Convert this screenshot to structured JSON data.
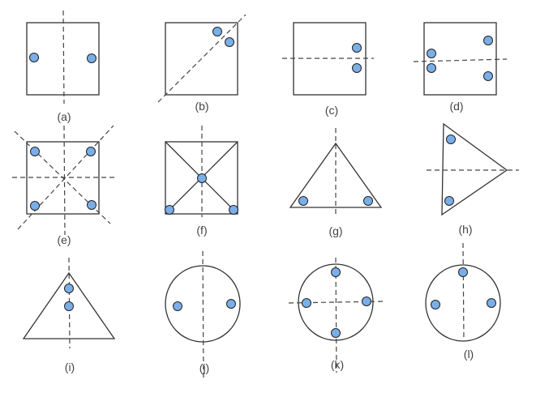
{
  "colors": {
    "dot_fill": "#7aaee8",
    "line": "#333333"
  },
  "panels": [
    {
      "id": "a",
      "label": "(a)",
      "shape": "square",
      "axis": "vertical",
      "dots": 2
    },
    {
      "id": "b",
      "label": "(b)",
      "shape": "square",
      "axis": "diagonal",
      "dots": 2
    },
    {
      "id": "c",
      "label": "(c)",
      "shape": "square",
      "axis": "horizontal",
      "dots": 2
    },
    {
      "id": "d",
      "label": "(d)",
      "shape": "square",
      "axis": "horizontal",
      "dots": 4
    },
    {
      "id": "e",
      "label": "(e)",
      "shape": "square",
      "axis": "four-axes",
      "dots": 4
    },
    {
      "id": "f",
      "label": "(f)",
      "shape": "square-with-diagonals",
      "axis": "vertical",
      "dots": 3
    },
    {
      "id": "g",
      "label": "(g)",
      "shape": "triangle",
      "axis": "vertical",
      "dots": 2
    },
    {
      "id": "h",
      "label": "(h)",
      "shape": "triangle",
      "axis": "horizontal",
      "dots": 2
    },
    {
      "id": "i",
      "label": "(i)",
      "shape": "triangle",
      "axis": "vertical",
      "dots": 2
    },
    {
      "id": "j",
      "label": "(j)",
      "shape": "circle",
      "axis": "vertical",
      "dots": 2
    },
    {
      "id": "k",
      "label": "(k)",
      "shape": "circle",
      "axis": "cross",
      "dots": 4
    },
    {
      "id": "l",
      "label": "(l)",
      "shape": "circle",
      "axis": "vertical",
      "dots": 3
    }
  ]
}
